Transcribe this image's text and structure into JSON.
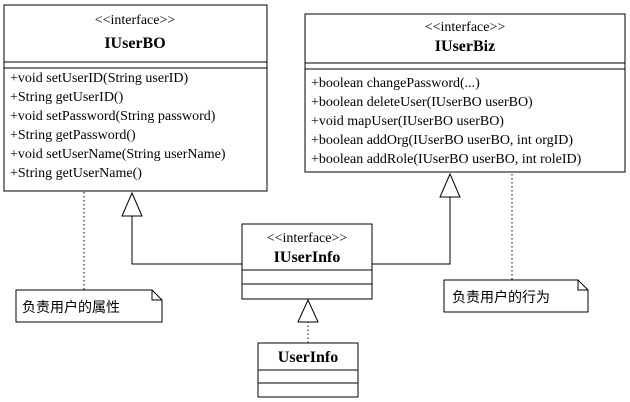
{
  "iuserbo": {
    "stereotype": "<<interface>>",
    "name": "IUserBO",
    "methods": [
      "+void setUserID(String userID)",
      "+String getUserID()",
      "+void setPassword(String password)",
      "+String getPassword()",
      "+void setUserName(String userName)",
      "+String getUserName()"
    ]
  },
  "iuserbiz": {
    "stereotype": "<<interface>>",
    "name": "IUserBiz",
    "methods": [
      "+boolean changePassword(...)",
      "+boolean deleteUser(IUserBO userBO)",
      "+void mapUser(IUserBO userBO)",
      "+boolean addOrg(IUserBO userBO, int orgID)",
      "+boolean addRole(IUserBO userBO, int roleID)"
    ]
  },
  "iuserinfo": {
    "stereotype": "<<interface>>",
    "name": "IUserInfo"
  },
  "userinfo": {
    "name": "UserInfo"
  },
  "notes": {
    "left": "负责用户的属性",
    "right": "负责用户的行为"
  }
}
